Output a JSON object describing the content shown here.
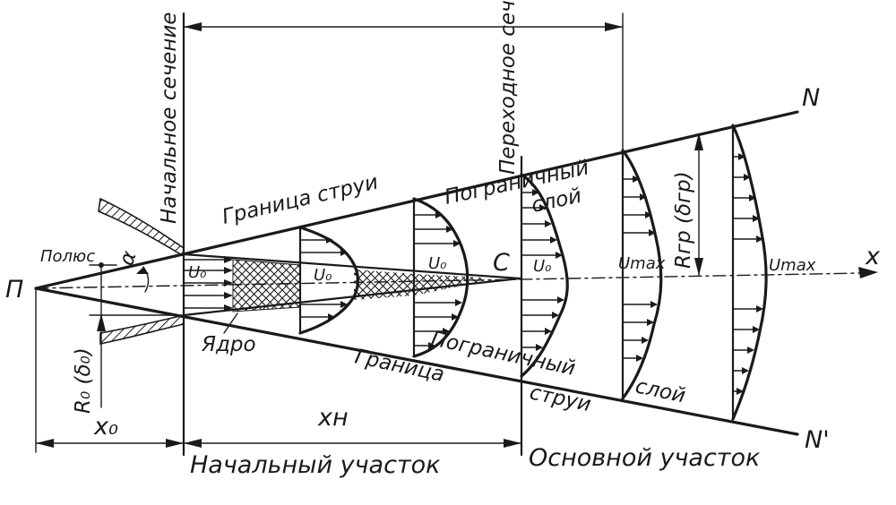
{
  "labels": {
    "pole_point": "П",
    "pole": "Полюс",
    "alpha": "α",
    "initial_section": "Начальное сечение",
    "transition_section": "Переходное сечение",
    "jet_boundary_top": "Граница струи",
    "jet_boundary_bottom_1": "Граница",
    "jet_boundary_bottom_2": "струи",
    "boundary_layer_top_1": "Пограничный",
    "boundary_layer_top_2": "слой",
    "boundary_layer_bottom_1": "Пограничный",
    "boundary_layer_bottom_2": "слой",
    "core": "Ядро",
    "u0_1": "U₀",
    "u0_2": "U₀",
    "u0_3": "U₀",
    "u0_4": "U₀",
    "umax_1": "Umax",
    "umax_2": "Umax",
    "point_c": "C",
    "axis_x": "x",
    "point_n": "N",
    "point_n_prime": "N'",
    "r0": "R₀ (δ₀)",
    "rgr": "Rгр (δгр)",
    "x0": "x₀",
    "xn": "xн",
    "initial_region": "Начальный участок",
    "main_region": "Основной участок"
  }
}
